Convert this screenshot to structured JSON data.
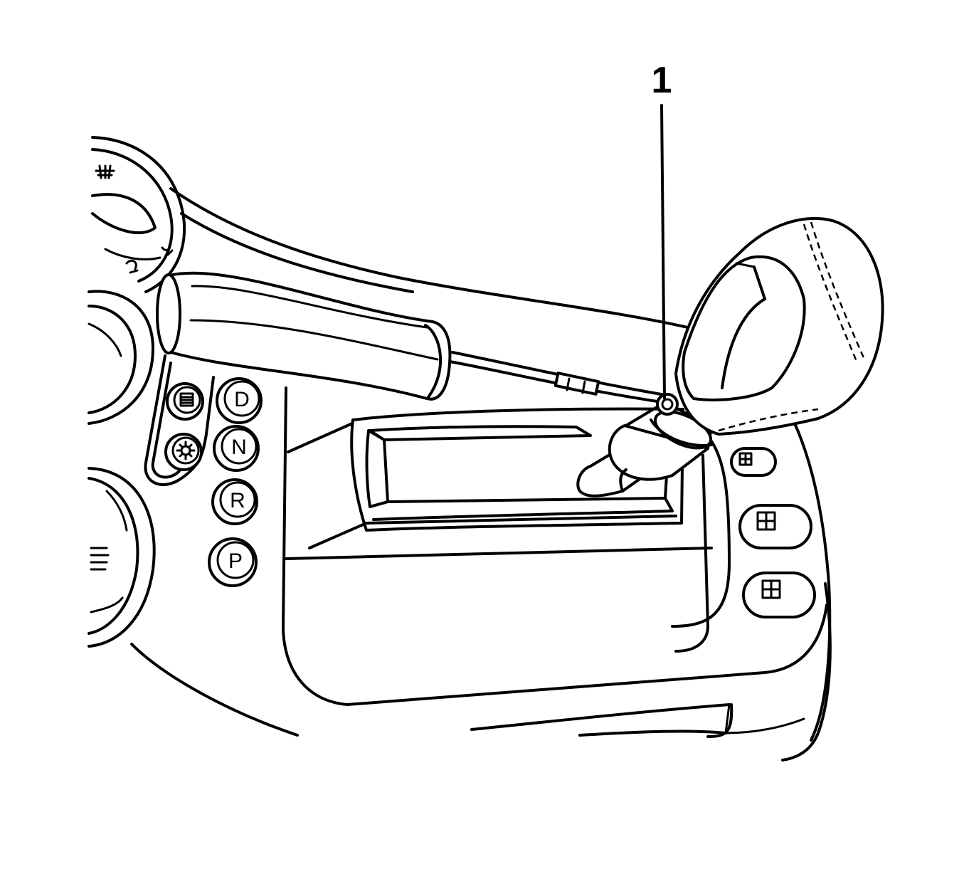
{
  "callouts": [
    {
      "number": "1",
      "target": "shift-knob-retaining-screw"
    }
  ],
  "gear_buttons": [
    "D",
    "N",
    "R",
    "P"
  ],
  "icons": {
    "defrost": "defrost-icon",
    "hvac_mode": "hvac-mode-icon",
    "rear_defog": "rear-defog-icon",
    "hazard": "hazard-icon",
    "window_switch": "window-switch-icon"
  },
  "colors": {
    "line": "#000000",
    "background": "#ffffff"
  }
}
